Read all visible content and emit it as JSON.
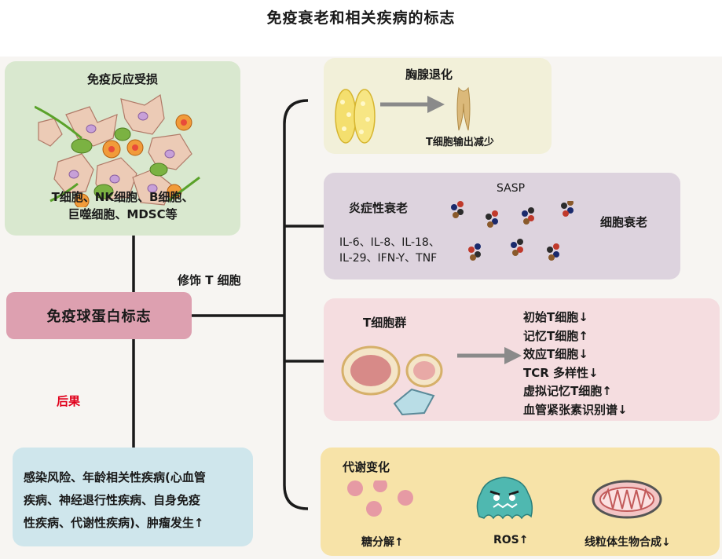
{
  "title": "免疫衰老和相关疾病的标志",
  "center": {
    "label": "免疫球蛋白标志"
  },
  "edge_labels": {
    "modify": "修饰 T 细胞",
    "consequence": "后果"
  },
  "immune": {
    "title": "免疫反应受损",
    "line1": "T细胞、NK细胞、B细胞、",
    "line2": "巨噬细胞、MDSC等"
  },
  "consequence_box": {
    "line1": "感染风险、年龄相关性疾病(心血管",
    "line2": "疾病、神经退行性疾病、自身免疫",
    "line3": "性疾病、代谢性疾病)、肿瘤发生↑"
  },
  "thymus": {
    "title": "胸腺退化",
    "caption": "T细胞输出减少"
  },
  "inflammation": {
    "title": "炎症性衰老",
    "sasp": "SASP",
    "cytokines_line1": "IL-6、IL-8、IL-18、",
    "cytokines_line2": "IL-29、IFN-Y、TNF",
    "senescence": "细胞衰老"
  },
  "tcells": {
    "title": "T细胞群",
    "items": [
      "初始T细胞↓",
      "记忆T细胞↑",
      "效应T细胞↓",
      "TCR 多样性↓",
      "虚拟记忆T细胞↑",
      "血管紧张素识别谱↓"
    ]
  },
  "metabolic": {
    "title": "代谢变化",
    "glycolysis": "糖分解↑",
    "ros": "ROS↑",
    "mito": "线粒体生物合成↓"
  },
  "colors": {
    "green_box": "#d9e8cf",
    "thymus_box": "#f2f0d9",
    "inflammation_box": "#ddd3de",
    "tcell_box": "#f5dde0",
    "metabolic_box": "#f7e3a8",
    "consequence_box": "#cfe6ec",
    "center_node": "#dda0b0",
    "consequence_label": "#e0001b"
  },
  "icons": [
    "immune-cells-illustration",
    "thymus-icon",
    "arrow-right-icon",
    "cytokine-molecule-icon",
    "t-cell-icon",
    "glucose-icon",
    "ros-monster-icon",
    "mitochondria-icon"
  ]
}
